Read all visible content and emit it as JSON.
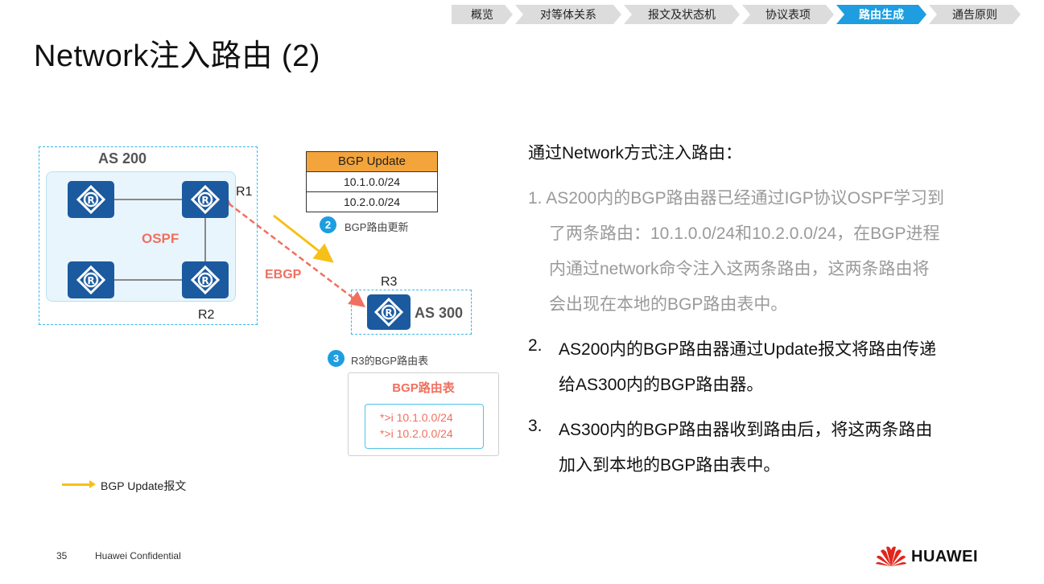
{
  "nav": {
    "tabs": [
      {
        "label": "概览",
        "active": false
      },
      {
        "label": "对等体关系",
        "active": false
      },
      {
        "label": "报文及状态机",
        "active": false
      },
      {
        "label": "协议表项",
        "active": false
      },
      {
        "label": "路由生成",
        "active": true
      },
      {
        "label": "通告原则",
        "active": false
      }
    ]
  },
  "page": {
    "title": "Network注入路由 (2)",
    "page_number": "35",
    "confidentiality": "Huawei Confidential",
    "brand": "HUAWEI"
  },
  "diagram": {
    "as200": "AS 200",
    "as300": "AS 300",
    "ospf": "OSPF",
    "ebgp": "EBGP",
    "r1": "R1",
    "r2": "R2",
    "r3": "R3",
    "router_icon": "router-icon",
    "update_table": {
      "header": "BGP Update",
      "rows": [
        "10.1.0.0/24",
        "10.2.0.0/24"
      ]
    },
    "step2": {
      "num": "2",
      "text": "BGP路由更新"
    },
    "step3": {
      "num": "3",
      "text": "R3的BGP路由表"
    },
    "bgp_table": {
      "title": "BGP路由表",
      "rows": [
        "*>i  10.1.0.0/24",
        "*>i  10.2.0.0/24"
      ]
    },
    "legend": "BGP Update报文",
    "colors": {
      "update_arrow": "#f7c019",
      "ebgp_link": "#f07060",
      "router": "#1c5aa0",
      "accent": "#1e9ee0"
    }
  },
  "text": {
    "heading": "通过Network方式注入路由：",
    "item1_lines": [
      "1. AS200内的BGP路由器已经通过IGP协议OSPF学习到",
      "了两条路由：10.1.0.0/24和10.2.0.0/24，在BGP进程",
      "内通过network命令注入这两条路由，这两条路由将",
      "会出现在本地的BGP路由表中。"
    ],
    "item2_num": "2.",
    "item2_lines": [
      "AS200内的BGP路由器通过Update报文将路由传递",
      "给AS300内的BGP路由器。"
    ],
    "item3_num": "3.",
    "item3_lines": [
      "AS300内的BGP路由器收到路由后，将这两条路由",
      "加入到本地的BGP路由表中。"
    ]
  }
}
